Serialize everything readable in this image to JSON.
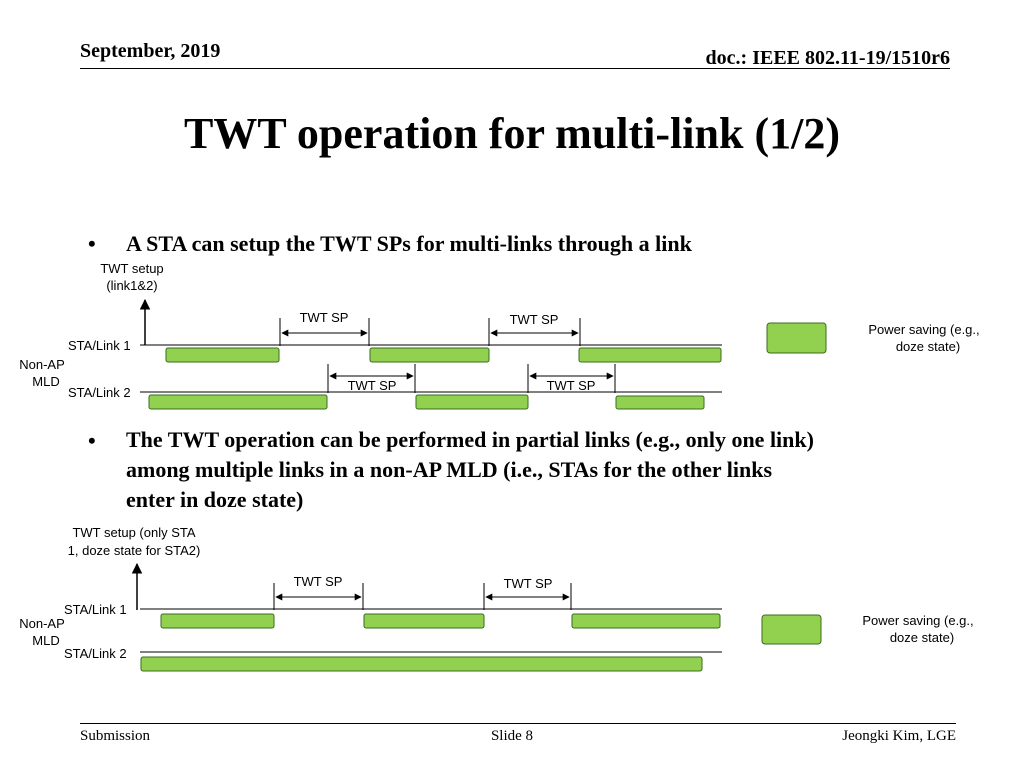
{
  "header": {
    "date": "September, 2019",
    "doc_id": "doc.: IEEE 802.11-19/1510r6"
  },
  "title": "TWT operation for multi-link (1/2)",
  "bullets": [
    {
      "marker": "•",
      "text": "A STA can setup the TWT SPs for multi-links through a link"
    },
    {
      "marker": "•",
      "lines": [
        "The TWT operation can be performed in partial links (e.g., only one link)",
        "among multiple links in a non-AP MLD (i.e., STAs for the other links",
        "enter in doze state)"
      ]
    }
  ],
  "diagram1": {
    "setup_label": [
      "TWT setup",
      "(link1&2)"
    ],
    "link1_label": "STA/Link 1",
    "link2_label": "STA/Link 2",
    "mld_label": [
      "Non-AP",
      "MLD"
    ],
    "sp_labels": [
      "TWT SP",
      "TWT SP",
      "TWT SP",
      "TWT SP"
    ],
    "legend": [
      "Power saving (e.g.,",
      "doze state)"
    ]
  },
  "diagram2": {
    "setup_label": [
      "TWT setup (only STA",
      "1, doze state for STA2)"
    ],
    "link1_label": "STA/Link 1",
    "link2_label": "STA/Link 2",
    "mld_label": [
      "Non-AP",
      "MLD"
    ],
    "sp_labels": [
      "TWT SP",
      "TWT SP"
    ],
    "legend": [
      "Power saving (e.g.,",
      "doze state)"
    ]
  },
  "colors": {
    "power_saving": "#92D050",
    "power_saving_border": "#3A6B1E"
  },
  "footer": {
    "left": "Submission",
    "center": "Slide 8",
    "right": "Jeongki Kim, LGE"
  }
}
